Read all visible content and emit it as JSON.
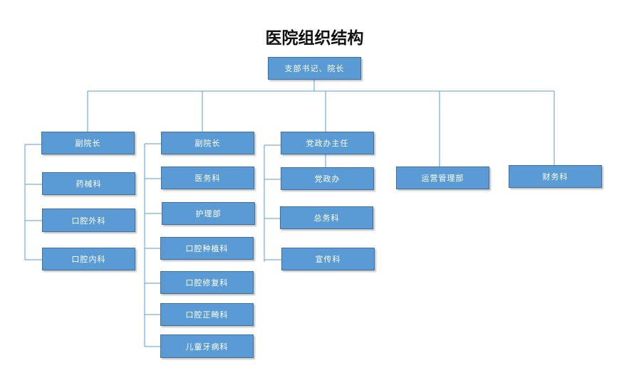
{
  "title": "医院组织结构",
  "root": "支部书记、院长",
  "branches": {
    "vp1": {
      "head": "副院长",
      "children": [
        "药械科",
        "口腔外科",
        "口腔内科"
      ]
    },
    "vp2": {
      "head": "副院长",
      "children": [
        "医务科",
        "护理部",
        "口腔种植科",
        "口腔修复科",
        "口腔正畸科",
        "儿童牙病科"
      ]
    },
    "office": {
      "head": "党政办主任",
      "children": [
        "党政办",
        "总务科",
        "宣传科"
      ]
    },
    "ops": {
      "head": "运营管理部"
    },
    "finance": {
      "head": "财务科"
    }
  },
  "colors": {
    "box_fill": "#5b9bd5",
    "box_border": "#41719c",
    "line": "#5b9bd5"
  }
}
